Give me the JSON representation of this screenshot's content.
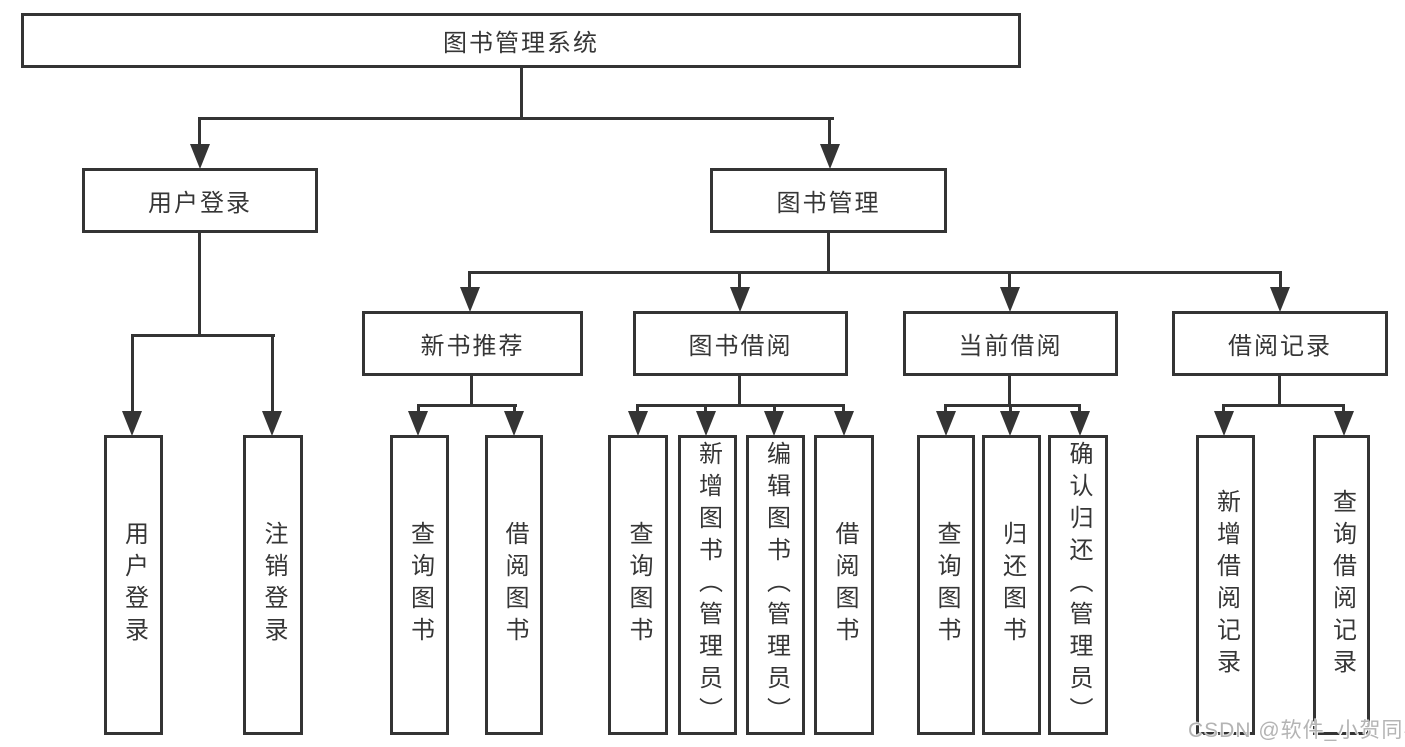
{
  "diagram": {
    "root": {
      "label": "图书管理系统"
    },
    "level1": [
      {
        "label": "用户登录"
      },
      {
        "label": "图书管理"
      }
    ],
    "level2": [
      {
        "label": "新书推荐"
      },
      {
        "label": "图书借阅"
      },
      {
        "label": "当前借阅"
      },
      {
        "label": "借阅记录"
      }
    ],
    "leaves": {
      "user": [
        "用户登录",
        "注销登录"
      ],
      "newbook": [
        "查询图书",
        "借阅图书"
      ],
      "borrow": [
        "查询图书",
        "新增图书（管理员）",
        "编辑图书（管理员）",
        "借阅图书"
      ],
      "current": [
        "查询图书",
        "归还图书",
        "确认归还（管理员）"
      ],
      "records": [
        "新增借阅记录",
        "查询借阅记录"
      ]
    }
  },
  "watermark": "CSDN @软件_小贺同学",
  "colors": {
    "line": "#343434",
    "text": "#363636",
    "watermark": "#b4b4b4",
    "background": "#ffffff"
  }
}
